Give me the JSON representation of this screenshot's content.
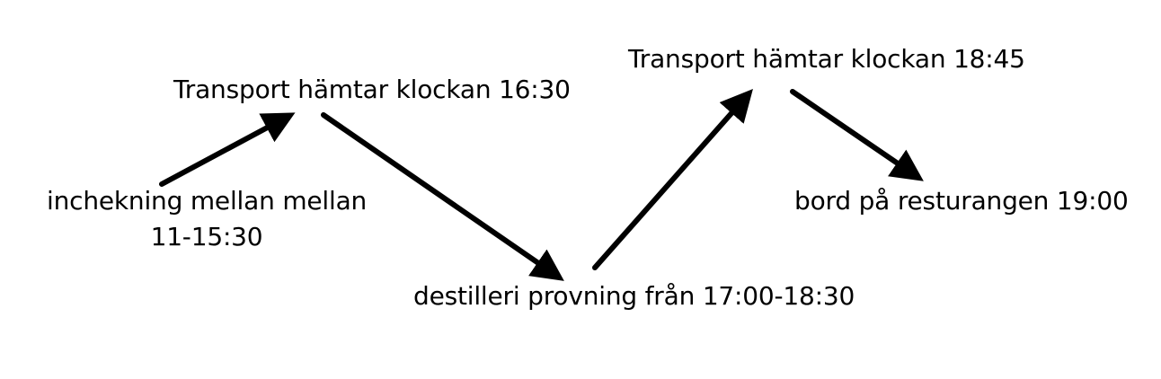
{
  "diagram": {
    "steps": {
      "checkin": {
        "line1": "inchekning mellan mellan",
        "line2": "11-15:30"
      },
      "transport1": "Transport hämtar klockan 16:30",
      "distillery": "destilleri provning från 17:00-18:30",
      "transport2": "Transport hämtar klockan 18:45",
      "restaurant": "bord på resturangen 19:00"
    },
    "colors": {
      "text": "#000000",
      "arrow": "#000000",
      "background": "#ffffff"
    }
  }
}
